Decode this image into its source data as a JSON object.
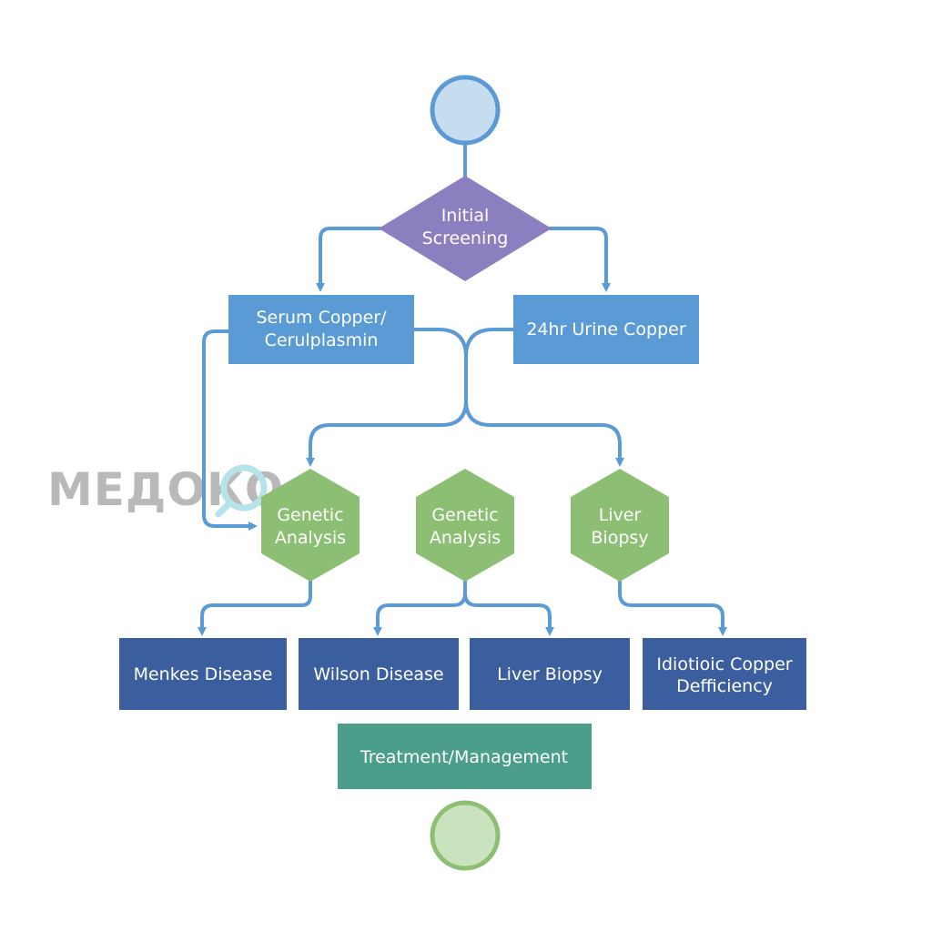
{
  "colors": {
    "connector": "#5b9bd5",
    "start_fill": "#c5ddef",
    "start_stroke": "#5b9bd5",
    "decision_fill": "#8b7fc0",
    "test_box": "#5b9bd5",
    "hexagon": "#8cbf73",
    "outcome_box": "#3b5f9e",
    "treatment_box": "#4a9e8a",
    "end_fill": "#c8e3bd",
    "end_stroke": "#8cbf73"
  },
  "nodes": {
    "decision": {
      "line1": "Initial",
      "line2": "Screening"
    },
    "serum": {
      "line1": "Serum Copper/",
      "line2": "Cerulplasmin"
    },
    "urine": {
      "label": "24hr Urine Copper"
    },
    "hex1": {
      "line1": "Genetic",
      "line2": "Analysis"
    },
    "hex2": {
      "line1": "Genetic",
      "line2": "Analysis"
    },
    "hex3": {
      "line1": "Liver",
      "line2": "Biopsy"
    },
    "menkes": {
      "label": "Menkes Disease"
    },
    "wilson": {
      "label": "Wilson Disease"
    },
    "liver_biopsy": {
      "label": "Liver Biopsy"
    },
    "idiopathic": {
      "line1": "Idiotioic Copper",
      "line2": "Defficiency"
    },
    "treatment": {
      "label": "Treatment/Management"
    }
  },
  "watermark": {
    "text": "МЕДОКО"
  }
}
